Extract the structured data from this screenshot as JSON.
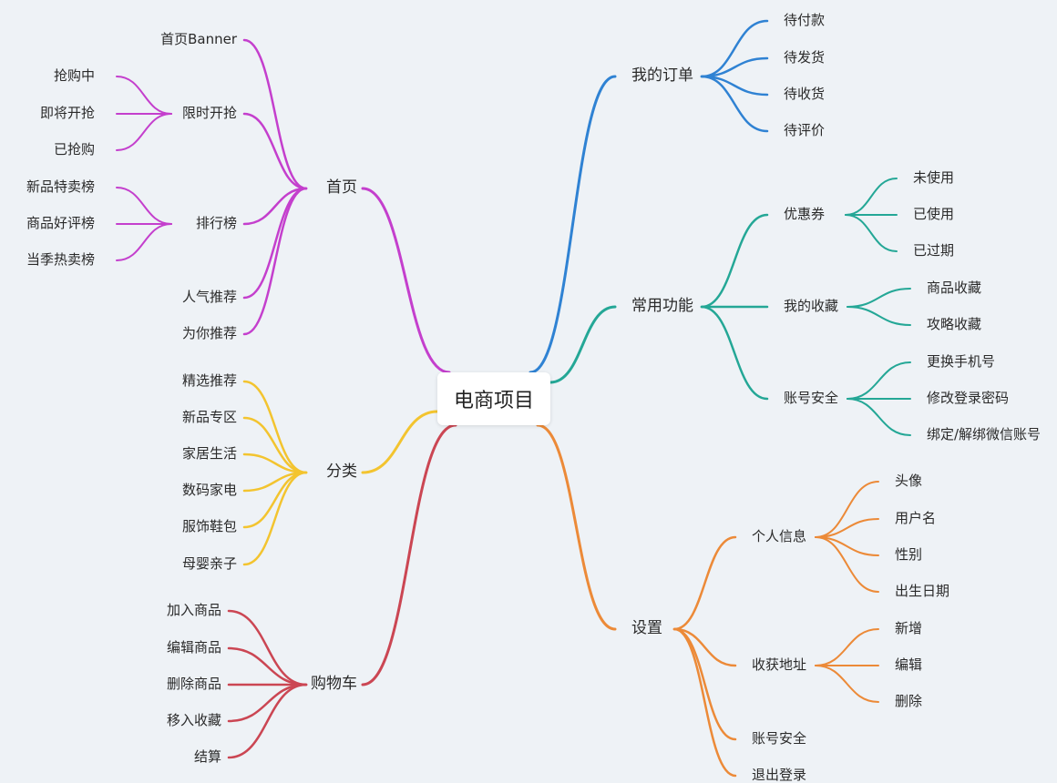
{
  "root": "电商项目",
  "colors": {
    "home": "#c43fcd",
    "category": "#f3c42f",
    "cart": "#cb4653",
    "orders": "#2f82d3",
    "functions": "#24a796",
    "settings": "#ec8a38"
  },
  "branches": {
    "home": {
      "label": "首页",
      "children": [
        {
          "label": "首页Banner"
        },
        {
          "label": "限时开抢",
          "children": [
            "抢购中",
            "即将开抢",
            "已抢购"
          ]
        },
        {
          "label": "排行榜",
          "children": [
            "新品特卖榜",
            "商品好评榜",
            "当季热卖榜"
          ]
        },
        {
          "label": "人气推荐"
        },
        {
          "label": "为你推荐"
        }
      ]
    },
    "category": {
      "label": "分类",
      "children": [
        {
          "label": "精选推荐"
        },
        {
          "label": "新品专区"
        },
        {
          "label": "家居生活"
        },
        {
          "label": "数码家电"
        },
        {
          "label": "服饰鞋包"
        },
        {
          "label": "母婴亲子"
        }
      ]
    },
    "cart": {
      "label": "购物车",
      "children": [
        {
          "label": "加入商品"
        },
        {
          "label": "编辑商品"
        },
        {
          "label": "删除商品"
        },
        {
          "label": "移入收藏"
        },
        {
          "label": "结算"
        }
      ]
    },
    "orders": {
      "label": "我的订单",
      "children": [
        {
          "label": "待付款"
        },
        {
          "label": "待发货"
        },
        {
          "label": "待收货"
        },
        {
          "label": "待评价"
        }
      ]
    },
    "functions": {
      "label": "常用功能",
      "children": [
        {
          "label": "优惠券",
          "children": [
            "未使用",
            "已使用",
            "已过期"
          ]
        },
        {
          "label": "我的收藏",
          "children": [
            "商品收藏",
            "攻略收藏"
          ]
        },
        {
          "label": "账号安全",
          "children": [
            "更换手机号",
            "修改登录密码",
            "绑定/解绑微信账号"
          ]
        }
      ]
    },
    "settings": {
      "label": "设置",
      "children": [
        {
          "label": "个人信息",
          "children": [
            "头像",
            "用户名",
            "性别",
            "出生日期"
          ]
        },
        {
          "label": "收获地址",
          "children": [
            "新增",
            "编辑",
            "删除"
          ]
        },
        {
          "label": "账号安全"
        },
        {
          "label": "退出登录"
        }
      ]
    }
  }
}
